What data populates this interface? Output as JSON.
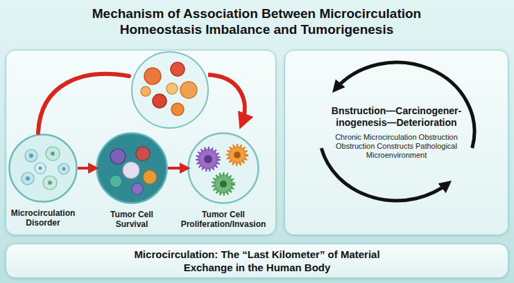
{
  "diagram": {
    "title": "Mechanism of Association Between Microcirculation Homeostasis Imbalance and Tumorigenesis",
    "nodes": [
      {
        "text": [
          "Microcirculation Disorder"
        ]
      },
      {
        "text": [
          "Tumor Cell Survival"
        ]
      },
      {
        "text": [
          "Tumor Cell Proliferation/Invasion"
        ]
      },
      {
        "text": [
          "Bnstruction—Carcinogener- inogenesis—Deterioration",
          "Chronic Microcirculation Obstruction Obstruction Constructs Pathological Microenvironment"
        ]
      },
      {
        "text": [
          "Microcirculation: The “Last Kilometer” of Material Exchange in the Human Body"
        ]
      }
    ],
    "edges": [
      {
        "from": 0,
        "to": 1,
        "arrow": "to"
      },
      {
        "from": 1,
        "to": 2,
        "arrow": "to"
      }
    ]
  }
}
